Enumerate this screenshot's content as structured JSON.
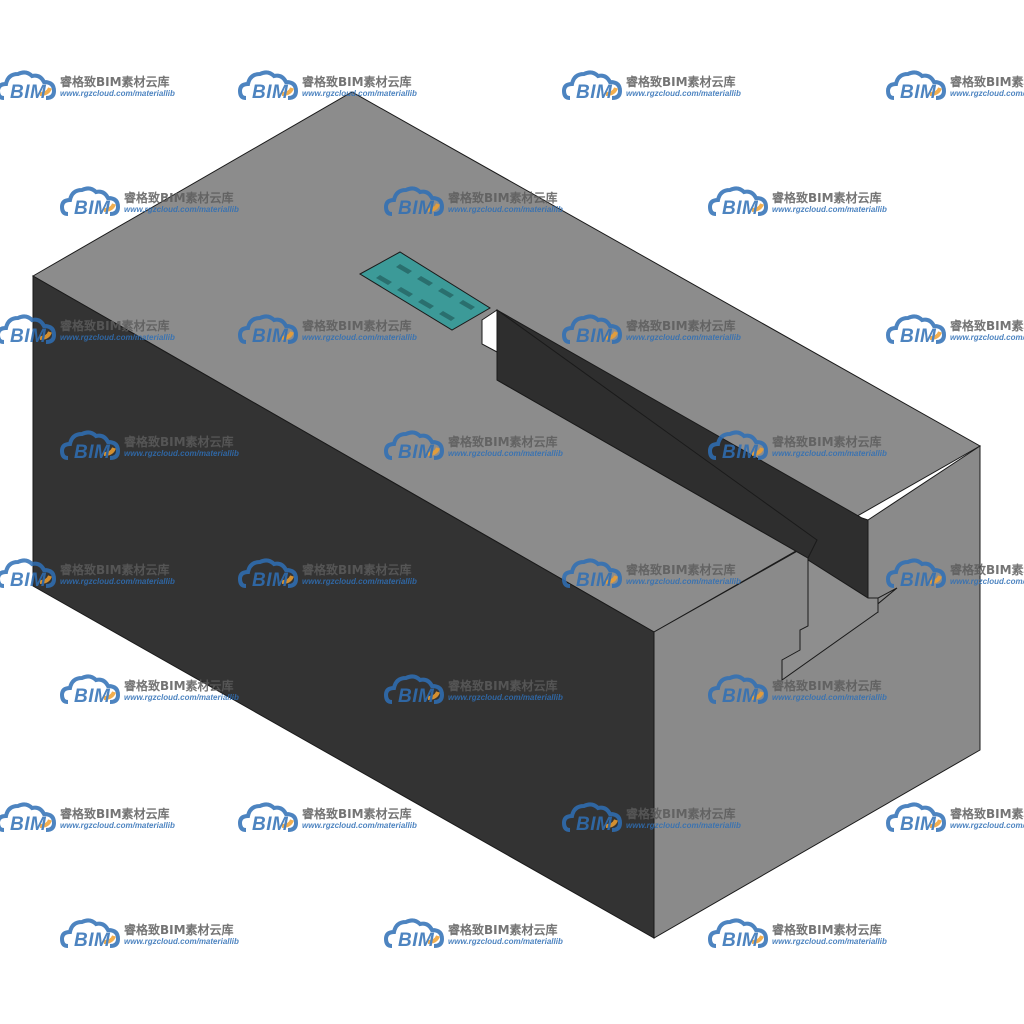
{
  "colors": {
    "top_face": "#8c8c8c",
    "front_face": "#333333",
    "right_face": "#8a8a8a",
    "channel_wall": "#2e2e2e",
    "channel_inner": "#8e8e8e",
    "grate": "#3c9a98",
    "grate_slot": "#2a6f6e",
    "edge": "#1a1a1a",
    "watermark_blue": "#2f6fb6",
    "watermark_orange": "#f0a030"
  },
  "watermark": {
    "logo_text": "BIM",
    "title": "睿格致BIM素材云库",
    "url": "www.rgzcloud.com/materiallib",
    "grid_rows": [
      {
        "offset": "a",
        "count": 4
      },
      {
        "offset": "b",
        "count": 3
      },
      {
        "offset": "a",
        "count": 4
      },
      {
        "offset": "b",
        "count": 3
      },
      {
        "offset": "a",
        "count": 4
      },
      {
        "offset": "b",
        "count": 3
      },
      {
        "offset": "a",
        "count": 4
      },
      {
        "offset": "b",
        "count": 3
      }
    ]
  }
}
